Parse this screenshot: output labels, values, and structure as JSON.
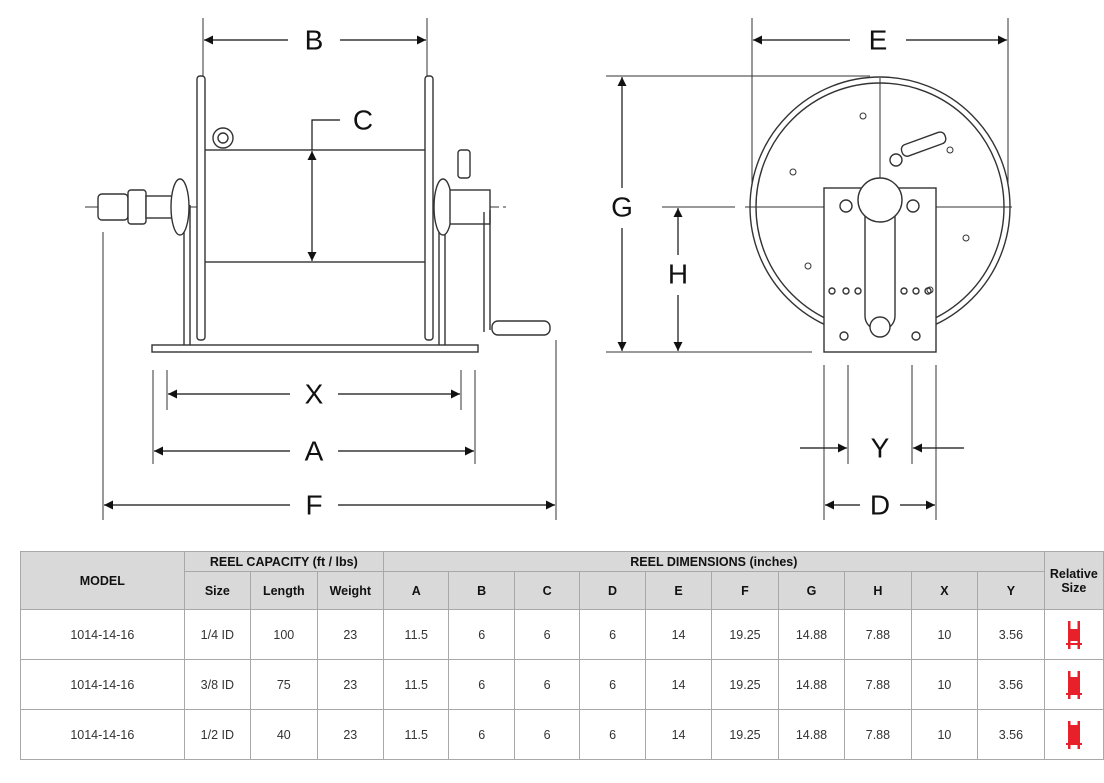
{
  "diagram": {
    "dimension_labels": {
      "A": "A",
      "B": "B",
      "C": "C",
      "D": "D",
      "E": "E",
      "F": "F",
      "G": "G",
      "H": "H",
      "X": "X",
      "Y": "Y"
    }
  },
  "table": {
    "header": {
      "model": "MODEL",
      "capacity_group": "REEL CAPACITY (ft / lbs)",
      "dimensions_group": "REEL DIMENSIONS (inches)",
      "relative_size_line1": "Relative",
      "relative_size_line2": "Size",
      "size": "Size",
      "length": "Length",
      "weight": "Weight",
      "dims": [
        "A",
        "B",
        "C",
        "D",
        "E",
        "F",
        "G",
        "H",
        "X",
        "Y"
      ]
    },
    "rows": [
      {
        "model": "1014-14-16",
        "size": "1/4 ID",
        "length": "100",
        "weight": "23",
        "dims": [
          "11.5",
          "6",
          "6",
          "6",
          "14",
          "19.25",
          "14.88",
          "7.88",
          "10",
          "3.56"
        ]
      },
      {
        "model": "1014-14-16",
        "size": "3/8 ID",
        "length": "75",
        "weight": "23",
        "dims": [
          "11.5",
          "6",
          "6",
          "6",
          "14",
          "19.25",
          "14.88",
          "7.88",
          "10",
          "3.56"
        ]
      },
      {
        "model": "1014-14-16",
        "size": "1/2 ID",
        "length": "40",
        "weight": "23",
        "dims": [
          "11.5",
          "6",
          "6",
          "6",
          "14",
          "19.25",
          "14.88",
          "7.88",
          "10",
          "3.56"
        ]
      }
    ],
    "relative_size_icon": "red-spool-icon",
    "relative_size_color": "#e8202a"
  }
}
